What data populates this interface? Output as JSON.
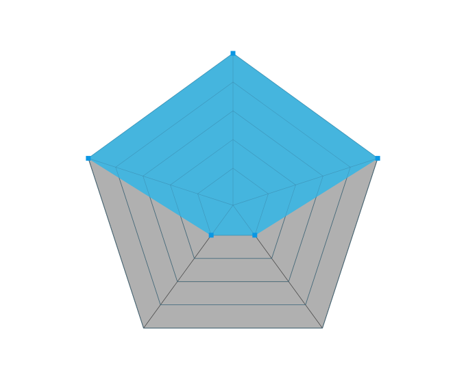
{
  "chart_data": {
    "type": "radar",
    "title": "",
    "axes": [
      "",
      "",
      "",
      "",
      ""
    ],
    "radial_range": [
      -0.29,
      5
    ],
    "grid_levels": [
      1,
      2,
      3,
      4,
      5
    ],
    "grid": true,
    "series": [
      {
        "name": "",
        "values": [
          5,
          5,
          1,
          1,
          5
        ]
      }
    ],
    "colors": {
      "fill": "#45b5de",
      "grid_fill": "#b0b0b0",
      "grid_line": "#4a4a4a",
      "point": "#0b97e3"
    }
  }
}
